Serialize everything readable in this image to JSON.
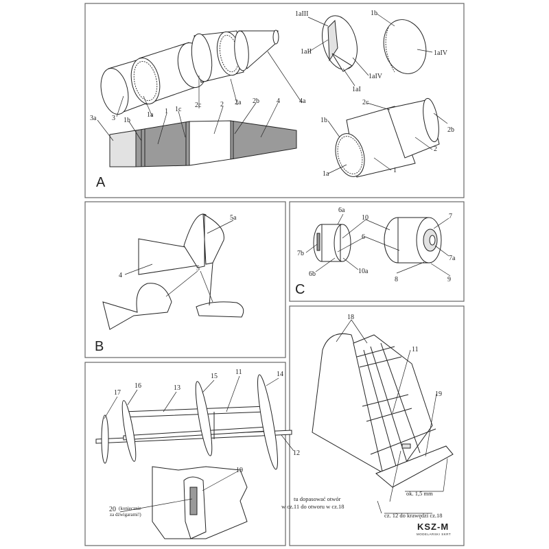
{
  "panels": {
    "a": {
      "letter": "A"
    },
    "b": {
      "letter": "B"
    },
    "c": {
      "letter": "C"
    }
  },
  "labels_a": {
    "l_1alll": "1aIII",
    "l_1all": "1aII",
    "l_1alV": "1aIV",
    "l_1al": "1aI",
    "l_1b_top": "1b",
    "l_1alV_right": "1aIV",
    "l_3a": "3a",
    "l_3": "3",
    "l_1b": "1b",
    "l_1a": "1a",
    "l_1": "1",
    "l_1c": "1c",
    "l_2c": "2c",
    "l_2": "2",
    "l_2a": "2a",
    "l_2b": "2b",
    "l_4": "4",
    "l_4a": "4a",
    "l_2c_r": "2c",
    "l_1b_r": "1b",
    "l_2b_r": "2b",
    "l_2_r": "2",
    "l_1_r": "1",
    "l_1a_r": "1a"
  },
  "labels_b": {
    "l_5a": "5a",
    "l_4": "4",
    "l_5": "5"
  },
  "labels_c": {
    "l_6a": "6a",
    "l_10": "10",
    "l_6": "6",
    "l_7": "7",
    "l_7b": "7b",
    "l_7a": "7a",
    "l_6b": "6b",
    "l_10a": "10a",
    "l_8": "8",
    "l_9": "9"
  },
  "labels_d": {
    "l_18": "18",
    "l_11": "11",
    "l_19": "19",
    "note_hole_1": "tu dopasować otwór",
    "note_hole_2": "w cz.11 do otworu w cz.18",
    "note_thickness": "ok. 1,5 mm",
    "note_edge": "cz. 12 do krawędzi cz.18"
  },
  "labels_e": {
    "l_17": "17",
    "l_16": "16",
    "l_13": "13",
    "l_15": "15",
    "l_11": "11",
    "l_14": "14",
    "l_12": "12",
    "l_19": "19",
    "l_20": "20",
    "note_20a": "(koniecznie",
    "note_20b": "za dźwigarami!)"
  },
  "logo": {
    "main": "KSZ-M",
    "sub": "MODELARSKI SKRT"
  }
}
